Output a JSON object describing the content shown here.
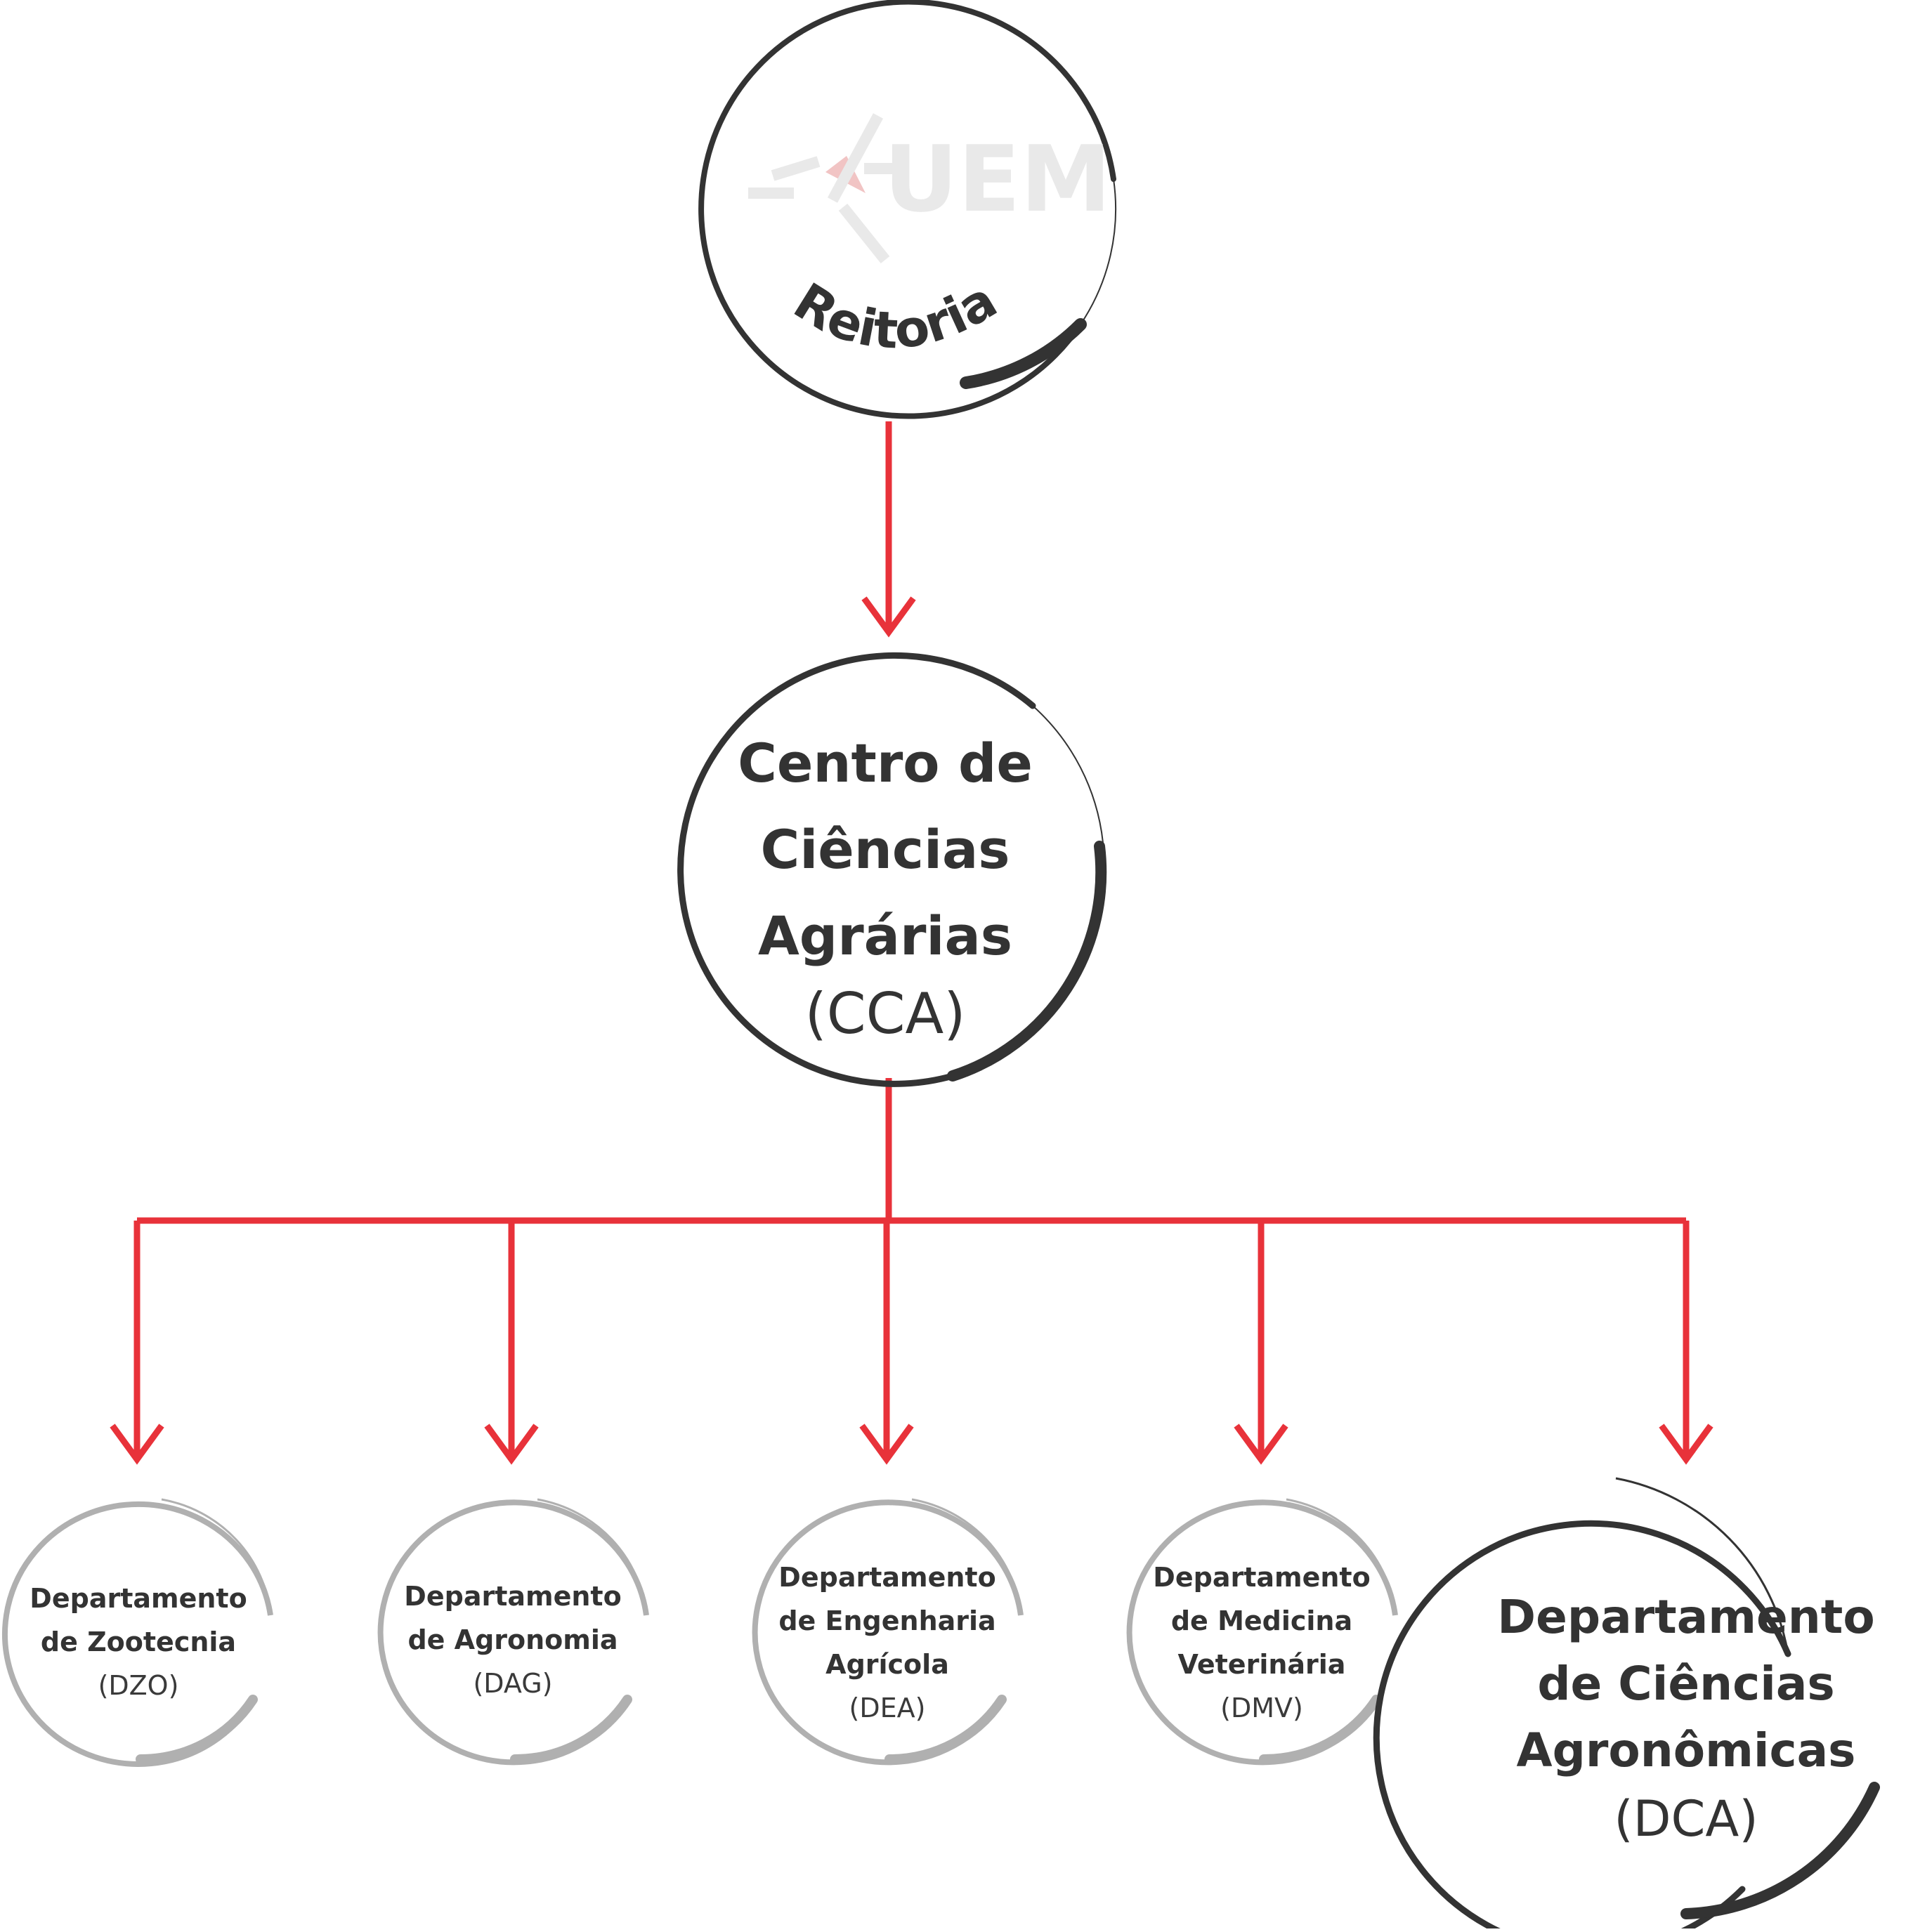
{
  "logo": {
    "text": "UEM"
  },
  "reitoria": {
    "label": "Reitoria"
  },
  "cca": {
    "lines": [
      "Centro de",
      "Ciências",
      "Agrárias"
    ],
    "abbr": "(CCA)"
  },
  "departments": [
    {
      "lines": [
        "Departamento",
        "de Zootecnia"
      ],
      "abbr": "(DZO)"
    },
    {
      "lines": [
        "Departamento",
        "de Agronomia"
      ],
      "abbr": "(DAG)"
    },
    {
      "lines": [
        "Departamento",
        "de Engenharia",
        "Agrícola"
      ],
      "abbr": "(DEA)"
    },
    {
      "lines": [
        "Departamento",
        "de Medicina",
        "Veterinária"
      ],
      "abbr": "(DMV)"
    }
  ],
  "dca": {
    "lines": [
      "Departamento",
      "de Ciências",
      "Agronômicas"
    ],
    "abbr": "(DCA)"
  },
  "colors": {
    "connector": "#e8323a",
    "dark_ring": "#333333",
    "gray_ring": "#b0b0b0",
    "logo_gray": "#e9e9e9",
    "logo_red": "#f1c4c4"
  }
}
